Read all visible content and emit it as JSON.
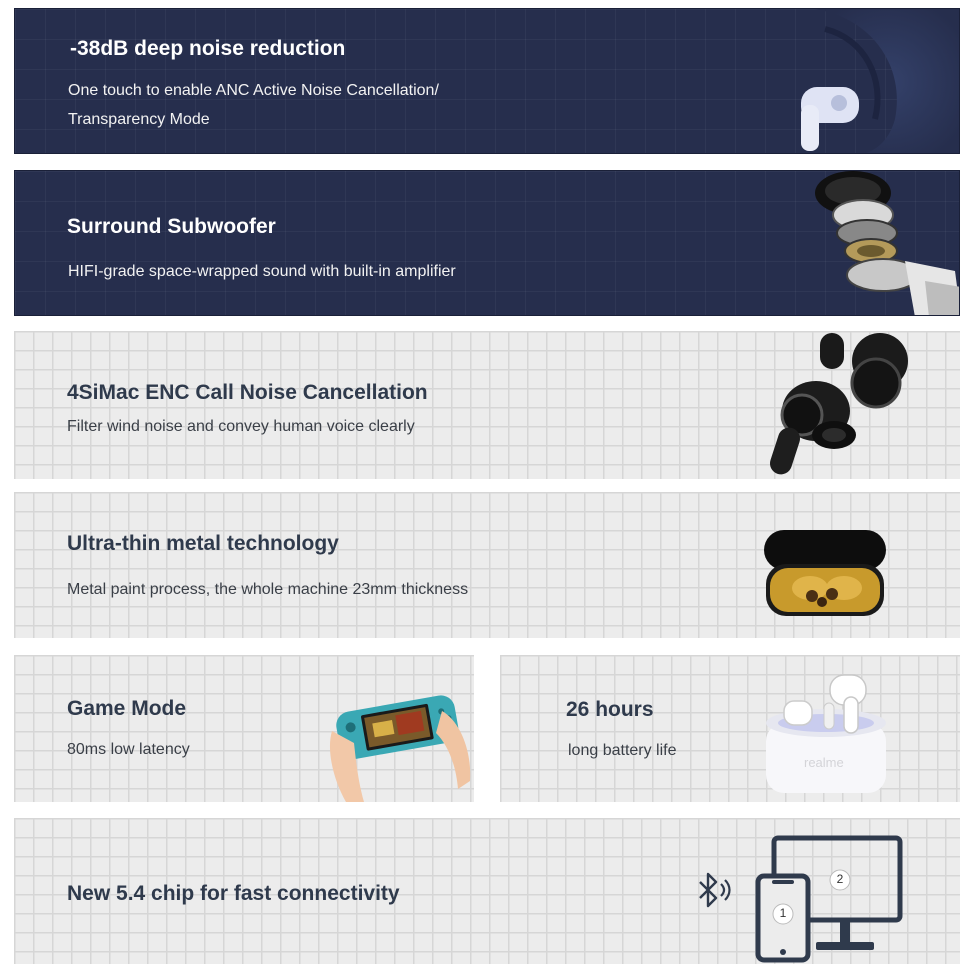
{
  "features": [
    {
      "title": "-38dB deep noise reduction",
      "lines": [
        "One touch to enable ANC Active Noise Cancellation/",
        "Transparency Mode"
      ],
      "icon": "earbud-in-ear-icon"
    },
    {
      "title": "Surround Subwoofer",
      "lines": [
        "HIFI-grade space-wrapped sound with built-in amplifier"
      ],
      "icon": "speaker-driver-icon"
    },
    {
      "title": "4SiMac ENC Call Noise Cancellation",
      "lines": [
        "Filter wind noise and convey human voice clearly"
      ],
      "icon": "black-earbuds-icon"
    },
    {
      "title": "Ultra-thin metal technology",
      "lines": [
        "Metal paint process, the whole machine 23mm thickness"
      ],
      "icon": "charging-case-icon"
    },
    {
      "title": "Game Mode",
      "lines": [
        "80ms low latency"
      ],
      "icon": "handheld-console-icon"
    },
    {
      "title": "26 hours",
      "lines": [
        "long battery life"
      ],
      "icon": "earbuds-case-icon",
      "case_brand": "realme"
    },
    {
      "title": "New 5.4 chip for fast connectivity",
      "lines": [],
      "icon": "bluetooth-icon",
      "device_labels": [
        "1",
        "2"
      ]
    }
  ],
  "colors": {
    "dark_panel": "#262e4d",
    "light_panel": "#ececec",
    "dark_text": "#2f3a4c",
    "case_gold": "#c89a2c"
  }
}
